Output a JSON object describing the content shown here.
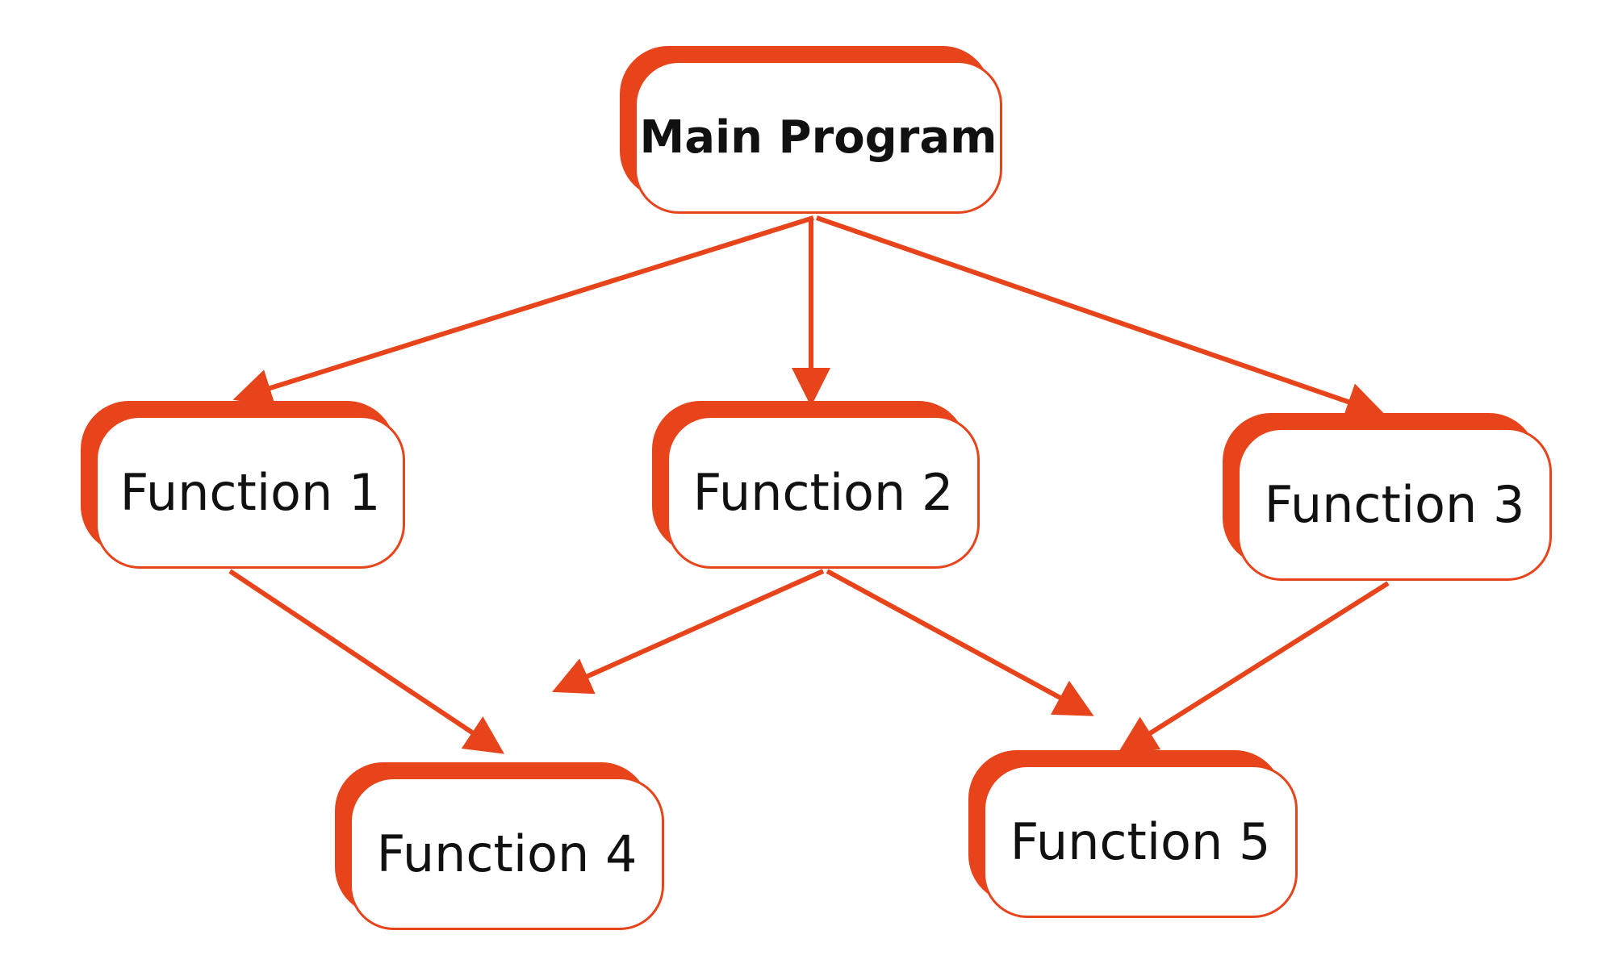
{
  "diagram": {
    "accent_color": "#e8441b",
    "nodes": {
      "main": "Main Program",
      "f1": "Function 1",
      "f2": "Function 2",
      "f3": "Function 3",
      "f4": "Function 4",
      "f5": "Function 5"
    },
    "edges": [
      {
        "from": "main",
        "to": "f1"
      },
      {
        "from": "main",
        "to": "f2"
      },
      {
        "from": "main",
        "to": "f3"
      },
      {
        "from": "f1",
        "to": "f4"
      },
      {
        "from": "f2",
        "to": "f4"
      },
      {
        "from": "f2",
        "to": "f5"
      },
      {
        "from": "f3",
        "to": "f5"
      }
    ]
  }
}
